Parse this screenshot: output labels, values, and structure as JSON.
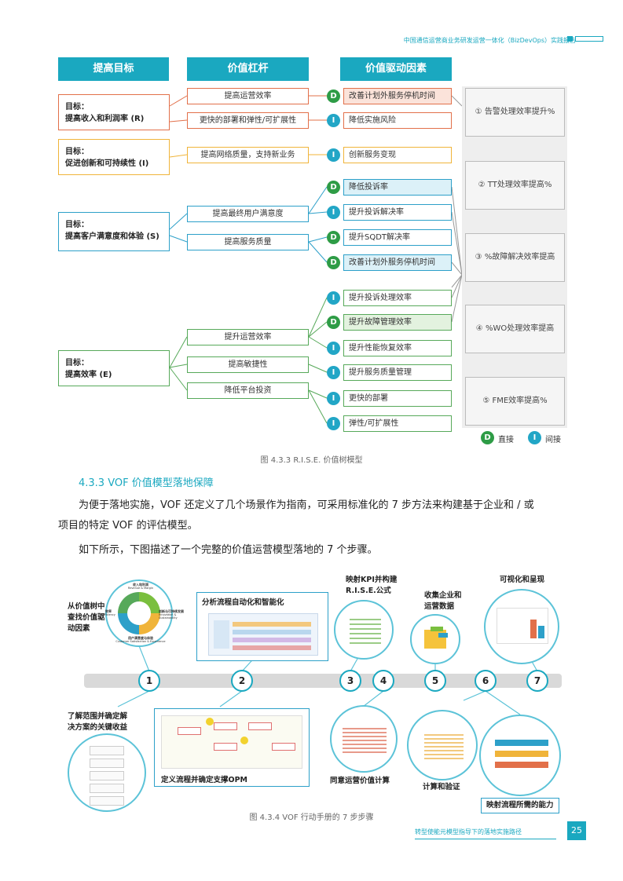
{
  "header": {
    "title": "中国通信运营商业务研发运营一体化（BizDevOps）实践报告"
  },
  "tree": {
    "col_goal": "提高目标",
    "col_lever": "价值杠杆",
    "col_driver": "价值驱动因素",
    "goals": [
      {
        "prefix": "目标：",
        "text": "提高收入和利润率 (R)"
      },
      {
        "prefix": "目标：",
        "text": "促进创新和可持续性 (I)"
      },
      {
        "prefix": "目标：",
        "text": "提高客户满意度和体验 (S)"
      },
      {
        "prefix": "目标：",
        "text": "提高效率 (E)"
      }
    ],
    "levers": [
      "提高运营效率",
      "更快的部署和弹性/可扩展性",
      "提高网络质量，支持新业务",
      "提高最终用户满意度",
      "提高服务质量",
      "提升运营效率",
      "提高敏捷性",
      "降低平台投资"
    ],
    "drivers": [
      {
        "badge": "D",
        "label": "改善计划外服务停机时间"
      },
      {
        "badge": "I",
        "label": "降低实施风险"
      },
      {
        "badge": "I",
        "label": "创新服务变现"
      },
      {
        "badge": "D",
        "label": "降低投诉率"
      },
      {
        "badge": "I",
        "label": "提升投诉解决率"
      },
      {
        "badge": "D",
        "label": "提升SQDT解决率"
      },
      {
        "badge": "D",
        "label": "改善计划外服务停机时间"
      },
      {
        "badge": "I",
        "label": "提升投诉处理效率"
      },
      {
        "badge": "D",
        "label": "提升故障管理效率"
      },
      {
        "badge": "I",
        "label": "提升性能恢复效率"
      },
      {
        "badge": "I",
        "label": "提升服务质量管理"
      },
      {
        "badge": "I",
        "label": "更快的部署"
      },
      {
        "badge": "I",
        "label": "弹性/可扩展性"
      }
    ],
    "kpis": [
      "① 告警处理效率提升%",
      "② TT处理效率提高%",
      "③ %故障解决效率提高",
      "④ %WO处理效率提高",
      "⑤ FME效率提高%"
    ],
    "legend": {
      "direct_badge": "D",
      "direct": "直接",
      "indirect_badge": "I",
      "indirect": "间接"
    },
    "caption": "图 4.3.3 R.I.S.E. 价值树模型"
  },
  "section": {
    "title": "4.3.3 VOF 价值模型落地保障",
    "para1": "为便于落地实施，VOF 还定义了几个场景作为指南，可采用标准化的 7 步方法来构建基于企业和 / 或项目的特定 VOF 的评估模型。",
    "para1_line1": "为便于落地实施，VOF 还定义了几个场景作为指南，可采用标准化的 7 步方法来构建基于企业和 / 或",
    "para1_line2": "项目的特定 VOF 的评估模型。",
    "para2": "如下所示，下图描述了一个完整的价值运营模型落地的 7 个步骤。"
  },
  "steps_figure": {
    "steps": [
      "1",
      "2",
      "3",
      "4",
      "5",
      "6",
      "7"
    ],
    "label_1a": "从价值树中\n查找价值驱\n动因素",
    "label_1a_lines": [
      "从价值树中",
      "查找价值驱",
      "动因素"
    ],
    "label_1b_lines": [
      "了解范围并确定解",
      "决方案的关键收益"
    ],
    "label_2a": "分析流程自动化和智能化",
    "label_2b": "定义流程并确定支撑OPM",
    "label_3_lines": [
      "映射KPI并构建",
      "R.I.S.E.公式"
    ],
    "label_4": "同意运营价值计算",
    "label_5_lines": [
      "收集企业和",
      "运营数据"
    ],
    "label_6a": "计算和验证",
    "label_6b": "映射流程所需的能力",
    "label_7": "可视化和呈现",
    "cycle": {
      "top": "收入和利润",
      "top_en": "Revenue & Margin",
      "right": "创新与可持续发展",
      "right_en": "Innovation & Sustainability",
      "bottom": "用户满意度与体验",
      "bottom_en": "Customer Satisfaction & Experience",
      "left": "效率",
      "left_en": "Efficiency"
    },
    "caption": "图 4.3.4 VOF 行动手册的 7 步步骤"
  },
  "footer": {
    "text": "转型使能元模型指导下的落地实施路径",
    "page": "25"
  },
  "colors": {
    "accent": "#1aa8c0",
    "revenue": "#e2704a",
    "innovation": "#f0b43a",
    "satisfaction": "#2da0c9",
    "efficiency": "#57a95a",
    "direct": "#2e9c46",
    "indirect": "#22a6c6"
  }
}
